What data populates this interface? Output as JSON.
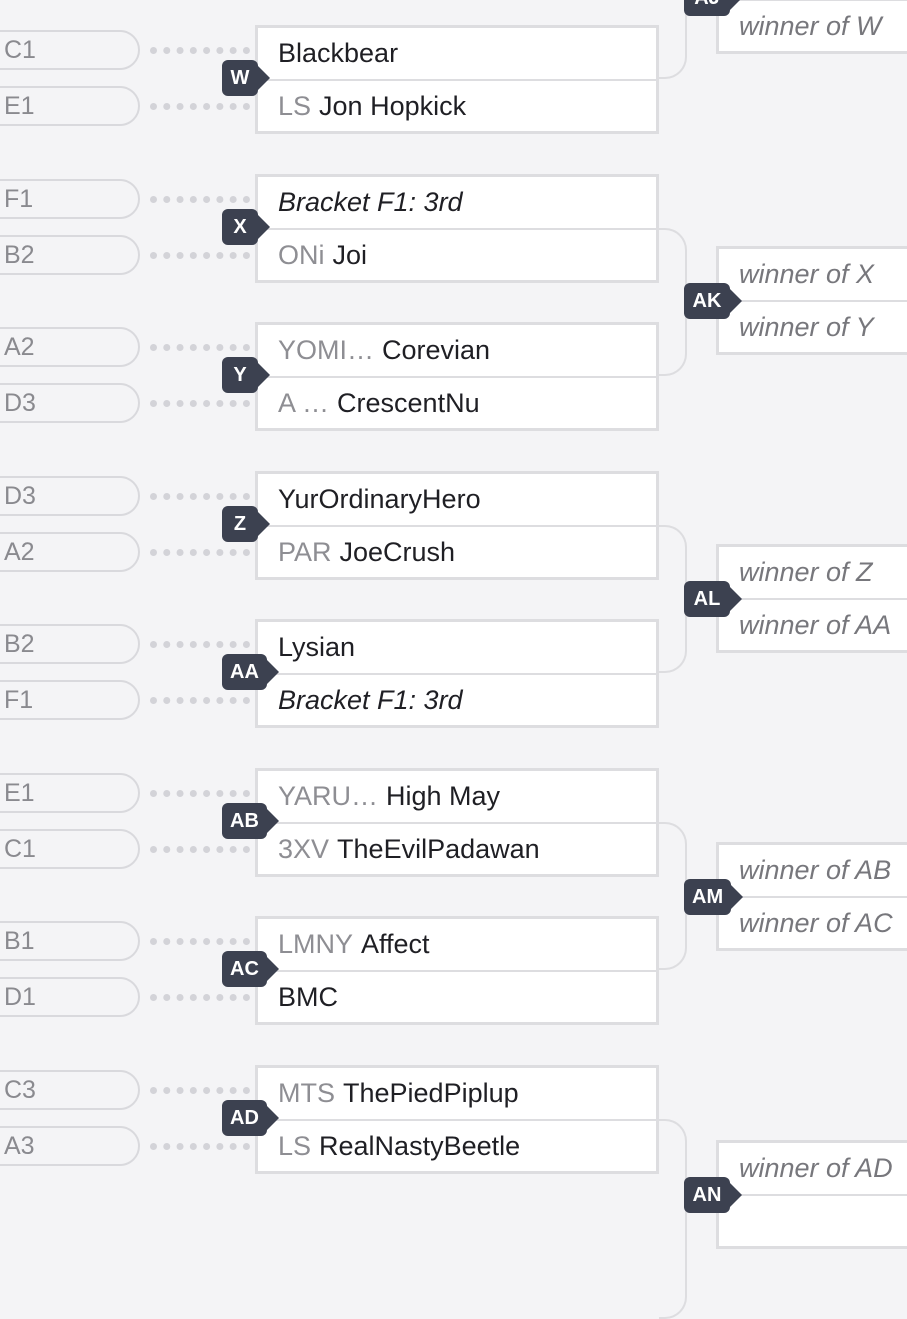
{
  "matches": [
    {
      "badge": "W",
      "seed_top": "C1",
      "seed_bottom": "E1",
      "top": {
        "tag": "",
        "name": "Blackbear",
        "italic": false
      },
      "bottom": {
        "tag": "LS",
        "name": "Jon Hopkick",
        "italic": false
      }
    },
    {
      "badge": "X",
      "seed_top": "F1",
      "seed_bottom": "B2",
      "top": {
        "tag": "",
        "name": "Bracket F1: 3rd",
        "italic": true
      },
      "bottom": {
        "tag": "ONi",
        "name": "Joi",
        "italic": false
      }
    },
    {
      "badge": "Y",
      "seed_top": "A2",
      "seed_bottom": "D3",
      "top": {
        "tag": "YOMI…",
        "name": "Corevian",
        "italic": false
      },
      "bottom": {
        "tag": "A …",
        "name": "CrescentNu",
        "italic": false
      }
    },
    {
      "badge": "Z",
      "seed_top": "D3",
      "seed_bottom": "A2",
      "top": {
        "tag": "",
        "name": "YurOrdinaryHero",
        "italic": false
      },
      "bottom": {
        "tag": "PAR",
        "name": "JoeCrush",
        "italic": false
      }
    },
    {
      "badge": "AA",
      "seed_top": "B2",
      "seed_bottom": "F1",
      "top": {
        "tag": "",
        "name": "Lysian",
        "italic": false
      },
      "bottom": {
        "tag": "",
        "name": "Bracket F1: 3rd",
        "italic": true
      }
    },
    {
      "badge": "AB",
      "seed_top": "E1",
      "seed_bottom": "C1",
      "top": {
        "tag": "YARU…",
        "name": "High May",
        "italic": false
      },
      "bottom": {
        "tag": "3XV",
        "name": "TheEvilPadawan",
        "italic": false
      }
    },
    {
      "badge": "AC",
      "seed_top": "B1",
      "seed_bottom": "D1",
      "top": {
        "tag": "LMNY",
        "name": "Affect",
        "italic": false
      },
      "bottom": {
        "tag": "",
        "name": "BMC",
        "italic": false
      }
    },
    {
      "badge": "AD",
      "seed_top": "C3",
      "seed_bottom": "A3",
      "top": {
        "tag": "MTS",
        "name": "ThePiedPiplup",
        "italic": false
      },
      "bottom": {
        "tag": "LS",
        "name": "RealNastyBeetle",
        "italic": false
      }
    }
  ],
  "round2": [
    {
      "badge": "AJ",
      "top": "",
      "bottom": "winner of W"
    },
    {
      "badge": "AK",
      "top": "winner of X",
      "bottom": "winner of Y"
    },
    {
      "badge": "AL",
      "top": "winner of Z",
      "bottom": "winner of AA"
    },
    {
      "badge": "AM",
      "top": "winner of AB",
      "bottom": "winner of AC"
    },
    {
      "badge": "AN",
      "top": "winner of AD",
      "bottom": ""
    }
  ]
}
